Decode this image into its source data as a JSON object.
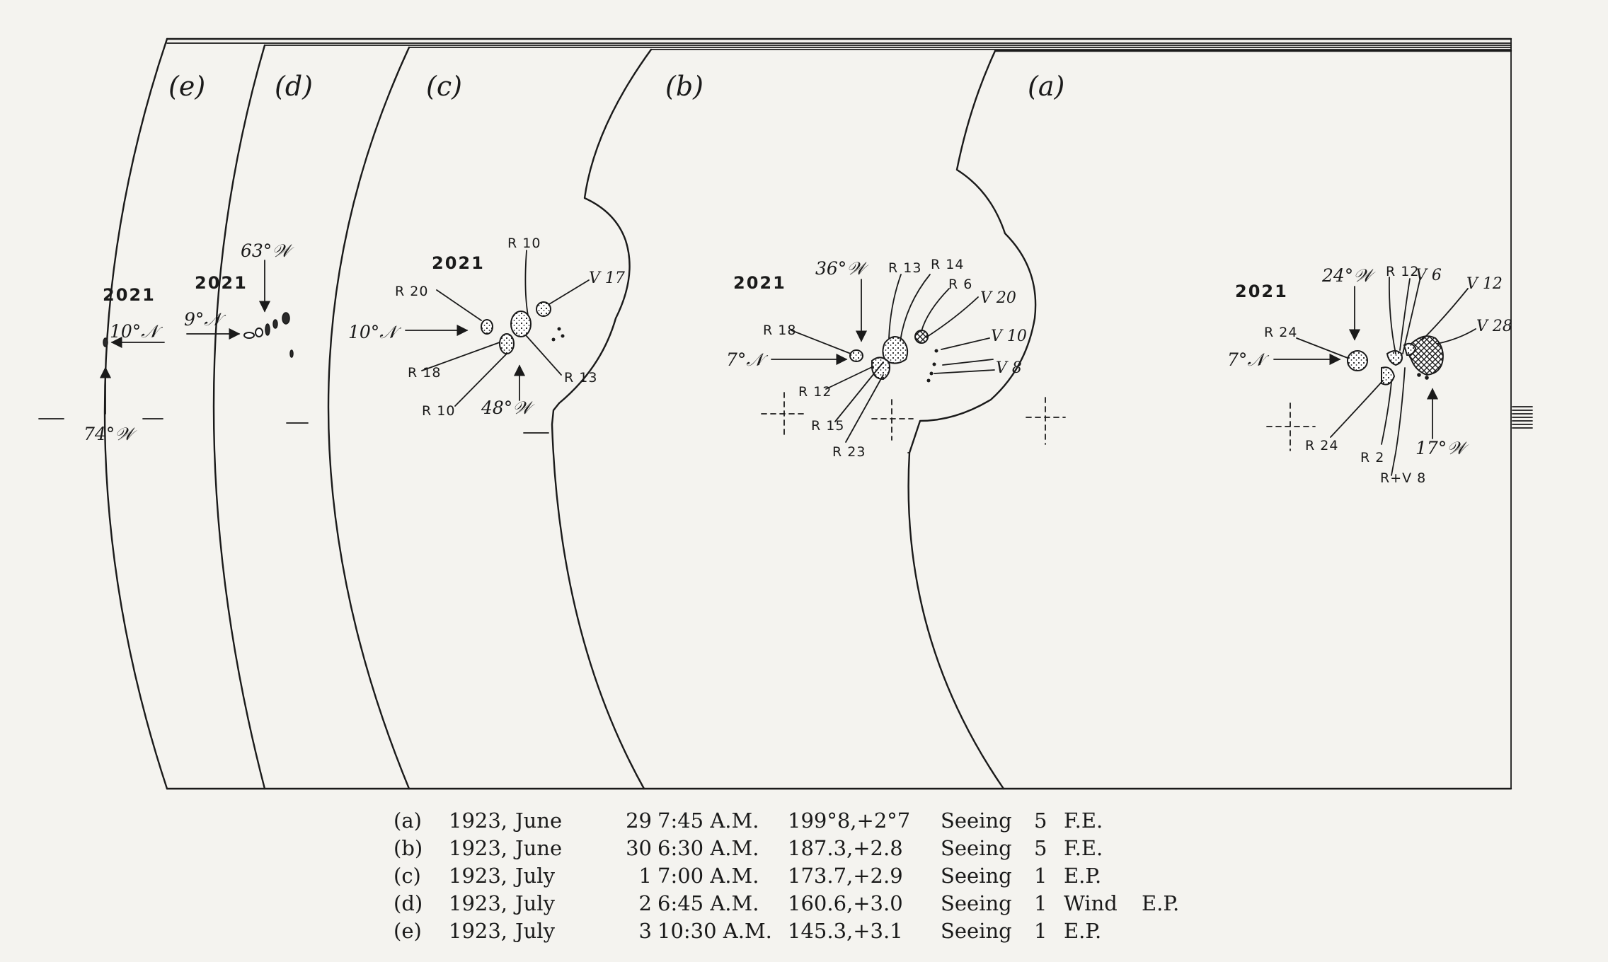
{
  "figure": {
    "panel_labels": [
      "(e)",
      "(d)",
      "(c)",
      "(b)",
      "(a)"
    ],
    "group_number": "2021",
    "coords": {
      "e_lat": "10°𝒩",
      "e_lon": "74°𝒲",
      "d_lat": "9°𝒩",
      "d_lon": "63°𝒲",
      "c_lat": "10°𝒩",
      "c_lon": "48°𝒲",
      "b_lat": "7°𝒩",
      "b_lon": "36°𝒲",
      "a_lat": "7°𝒩",
      "a_lon_top": "24°𝒲",
      "a_lon_bottom": "17°𝒲"
    },
    "spot_labels": {
      "c": [
        "R 20",
        "R 10",
        "V 17",
        "R 18",
        "R 10",
        "R 13"
      ],
      "b": [
        "R 18",
        "R 13",
        "R 14",
        "R 6",
        "V 20",
        "V 10",
        "V 8",
        "R 12",
        "R 15",
        "R 23"
      ],
      "a": [
        "R 24",
        "R 12",
        "V 6",
        "V 12",
        "V 28",
        "R 24",
        "R 2",
        "R+V 8"
      ]
    }
  },
  "caption": {
    "rows": [
      {
        "id": "(a)",
        "year": "1923,",
        "month": "June",
        "day": "29",
        "time": "7:45 A.M.",
        "pos": "199°8,+2°7",
        "seeing": "Seeing",
        "seeing_val": "5",
        "wind": "",
        "observer": "F.E."
      },
      {
        "id": "(b)",
        "year": "1923,",
        "month": "June",
        "day": "30",
        "time": "6:30 A.M.",
        "pos": "187.3,+2.8",
        "seeing": "Seeing",
        "seeing_val": "5",
        "wind": "",
        "observer": "F.E."
      },
      {
        "id": "(c)",
        "year": "1923,",
        "month": "July",
        "day": "1",
        "time": "7:00 A.M.",
        "pos": "173.7,+2.9",
        "seeing": "Seeing",
        "seeing_val": "1",
        "wind": "",
        "observer": "E.P."
      },
      {
        "id": "(d)",
        "year": "1923,",
        "month": "July",
        "day": "2",
        "time": "6:45 A.M.",
        "pos": "160.6,+3.0",
        "seeing": "Seeing",
        "seeing_val": "1",
        "wind": "Wind",
        "observer": "E.P."
      },
      {
        "id": "(e)",
        "year": "1923,",
        "month": "July",
        "day": "3",
        "time": "10:30 A.M.",
        "pos": "145.3,+3.1",
        "seeing": "Seeing",
        "seeing_val": "1",
        "wind": "",
        "observer": "E.P."
      }
    ]
  }
}
